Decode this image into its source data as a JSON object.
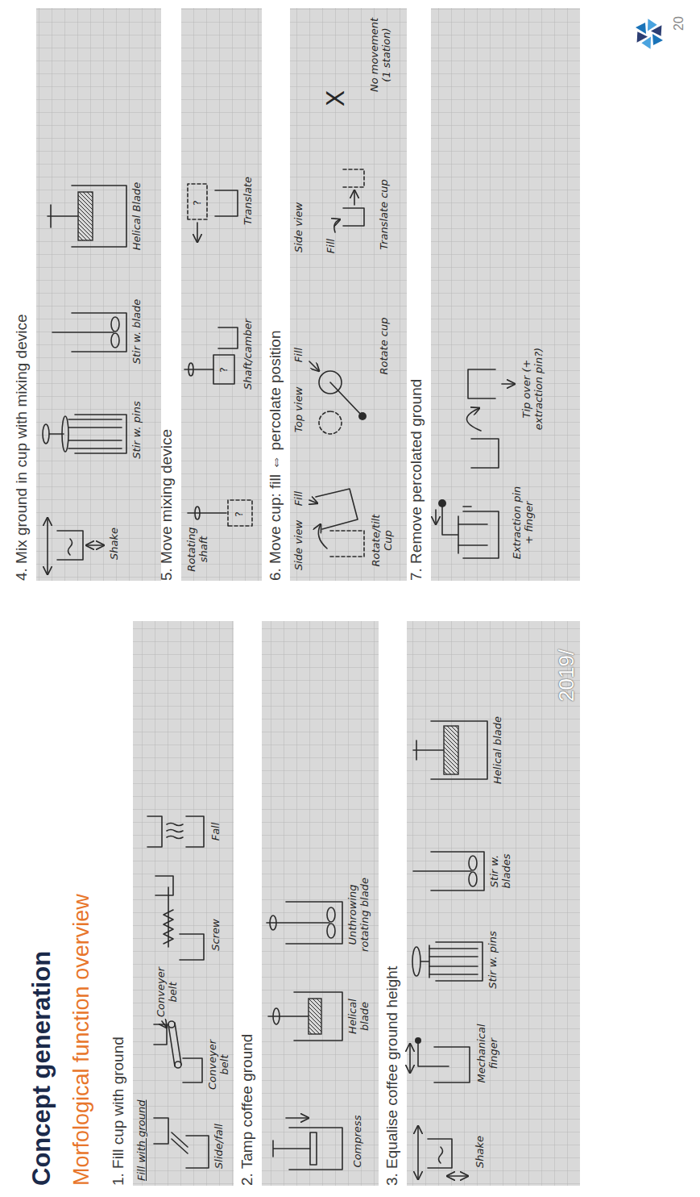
{
  "diagram": {
    "title": "Concept generation",
    "nodes": [
      {
        "text": [
          "1. Fill cup with ground",
          "Fill with ground",
          "Slide/fall",
          "Conveyer belt",
          "Conveyer belt",
          "Screw",
          "Fall"
        ]
      },
      {
        "text": [
          "2. Tamp coffee ground",
          "Compress",
          "Helical blade",
          "Unthrowing rotating blade"
        ]
      },
      {
        "text": [
          "3. Equalise coffee ground height",
          "Shake",
          "Mechanical finger",
          "Stir w. pins",
          "Stir w. blades",
          "Helical blade"
        ]
      },
      {
        "text": [
          "4. Mix ground in cup with mixing device",
          "Shake",
          "Stir w. pins",
          "Stir w. blade",
          "Helical Blade"
        ]
      },
      {
        "text": [
          "5. Move mixing device",
          "Rotating shaft",
          "Shaft/camber",
          "Translate"
        ]
      },
      {
        "text": [
          "6. Move cup: fill ⇔ percolate position",
          "Side view",
          "Fill",
          "Rotate/tilt Cup",
          "Top view",
          "Fill",
          "Rotate cup",
          "Side view",
          "Fill",
          "Translate cup",
          "X",
          "No movement (1 station)"
        ]
      },
      {
        "text": [
          "7. Remove percolated ground",
          "Extraction pin + finger",
          "Tip over (+ extraction pin?)"
        ]
      }
    ],
    "labels": [
      "Morfological function overview",
      "?",
      "?",
      "?",
      "2019/",
      "20"
    ]
  }
}
